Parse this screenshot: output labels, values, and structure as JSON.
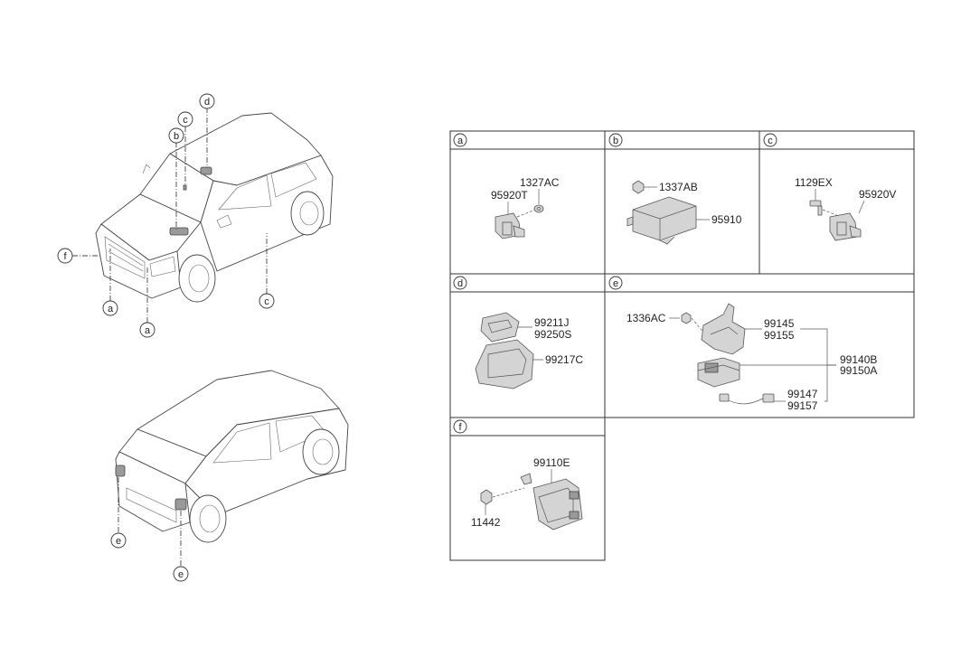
{
  "callouts": {
    "front_c": "c",
    "front_b": "b",
    "front_d": "d",
    "front_f": "f",
    "front_a1": "a",
    "front_a2": "a",
    "front_c2": "c",
    "rear_e1": "e",
    "rear_e2": "e"
  },
  "panels": {
    "a": {
      "label": "a",
      "parts": [
        "1327AC",
        "95920T"
      ]
    },
    "b": {
      "label": "b",
      "parts": [
        "1337AB",
        "95910"
      ]
    },
    "c": {
      "label": "c",
      "parts": [
        "1129EX",
        "95920V"
      ]
    },
    "d": {
      "label": "d",
      "parts": [
        "99211J",
        "99250S",
        "99217C"
      ]
    },
    "e": {
      "label": "e",
      "parts": [
        "1336AC",
        "99145",
        "99155",
        "99140B",
        "99150A",
        "99147",
        "99157"
      ]
    },
    "f": {
      "label": "f",
      "parts": [
        "99110E",
        "11442"
      ]
    }
  }
}
